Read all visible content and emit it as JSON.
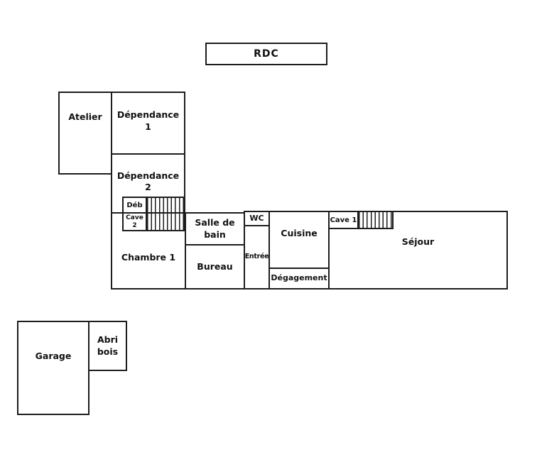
{
  "title": {
    "label": "RDC"
  },
  "colors": {
    "wall": "#1d1d1d",
    "background": "#ffffff",
    "room_fill": "#ffffff",
    "text": "#111111"
  },
  "rooms": {
    "atelier": {
      "lines": [
        "Atelier"
      ]
    },
    "dependance_1": {
      "lines": [
        "Dépendance",
        "1"
      ]
    },
    "dependance_2": {
      "lines": [
        "Dépendance",
        "2"
      ]
    },
    "deb": {
      "lines": [
        "Déb"
      ]
    },
    "cave_2": {
      "lines": [
        "Cave",
        "2"
      ]
    },
    "chambre_1": {
      "lines": [
        "Chambre 1"
      ]
    },
    "salle_de_bain": {
      "lines": [
        "Salle de",
        "bain"
      ]
    },
    "bureau": {
      "lines": [
        "Bureau"
      ]
    },
    "wc": {
      "lines": [
        "WC"
      ]
    },
    "entree": {
      "lines": [
        "Entrée"
      ]
    },
    "cuisine": {
      "lines": [
        "Cuisine"
      ]
    },
    "degagement": {
      "lines": [
        "Dégagement"
      ]
    },
    "cave_1": {
      "lines": [
        "Cave 1"
      ]
    },
    "sejour": {
      "lines": [
        "Séjour"
      ]
    },
    "garage": {
      "lines": [
        "Garage"
      ]
    },
    "abri_bois": {
      "lines": [
        "Abri",
        "bois"
      ]
    }
  }
}
